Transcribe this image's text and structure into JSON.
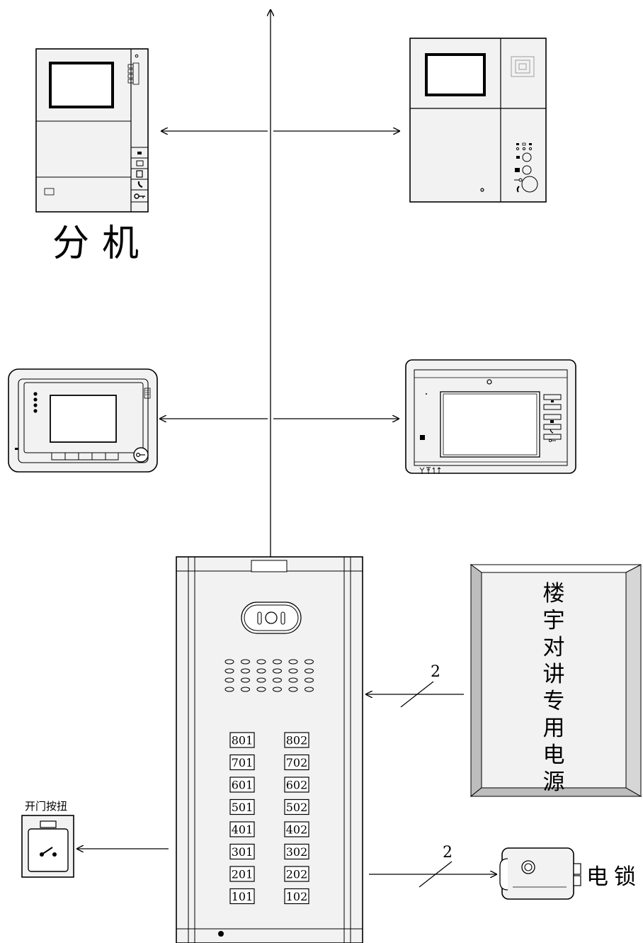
{
  "labels": {
    "indoor_unit": "分机",
    "power_supply": "楼宇对讲专用电源",
    "exit_button": "开门按扭",
    "electric_lock": "电锁",
    "power_wires": "2",
    "lock_wires": "2"
  },
  "panel": {
    "room_numbers": [
      "801",
      "802",
      "701",
      "702",
      "601",
      "602",
      "501",
      "502",
      "401",
      "402",
      "301",
      "302",
      "201",
      "202",
      "101",
      "102"
    ]
  },
  "colors": {
    "line": "#000000",
    "device_fill": "#f2f2f2",
    "power_shadow": "#bdbdbd",
    "background": "#ffffff"
  }
}
